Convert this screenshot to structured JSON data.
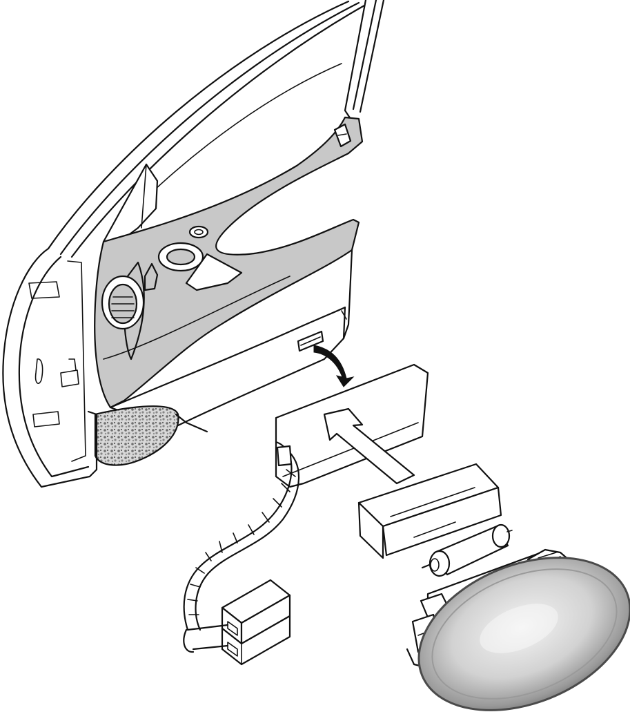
{
  "diagram": {
    "parts": [
      {
        "id": "front-door",
        "icon": "car-door-icon"
      },
      {
        "id": "door-trim-panel",
        "icon": "trim-panel-icon"
      },
      {
        "id": "courtesy-lamp-opening",
        "icon": "lamp-opening-icon"
      },
      {
        "id": "adhesive-foam-pad",
        "icon": "foam-pad-icon"
      },
      {
        "id": "lamp-wiring-harness",
        "icon": "wiring-harness-icon"
      },
      {
        "id": "harness-connector",
        "icon": "connector-icon"
      },
      {
        "id": "bulb-carrier-housing",
        "icon": "housing-icon"
      },
      {
        "id": "festoon-bulb",
        "icon": "bulb-icon"
      },
      {
        "id": "bulb-socket",
        "icon": "socket-icon"
      },
      {
        "id": "lamp-lens",
        "icon": "lens-icon"
      }
    ],
    "colors": {
      "line": "#111111",
      "panel_fill": "#c8c8c8",
      "speckle": "#7a7a7a",
      "lens_dark": "#8a8a8a",
      "lens_light": "#f2f2f2"
    }
  }
}
